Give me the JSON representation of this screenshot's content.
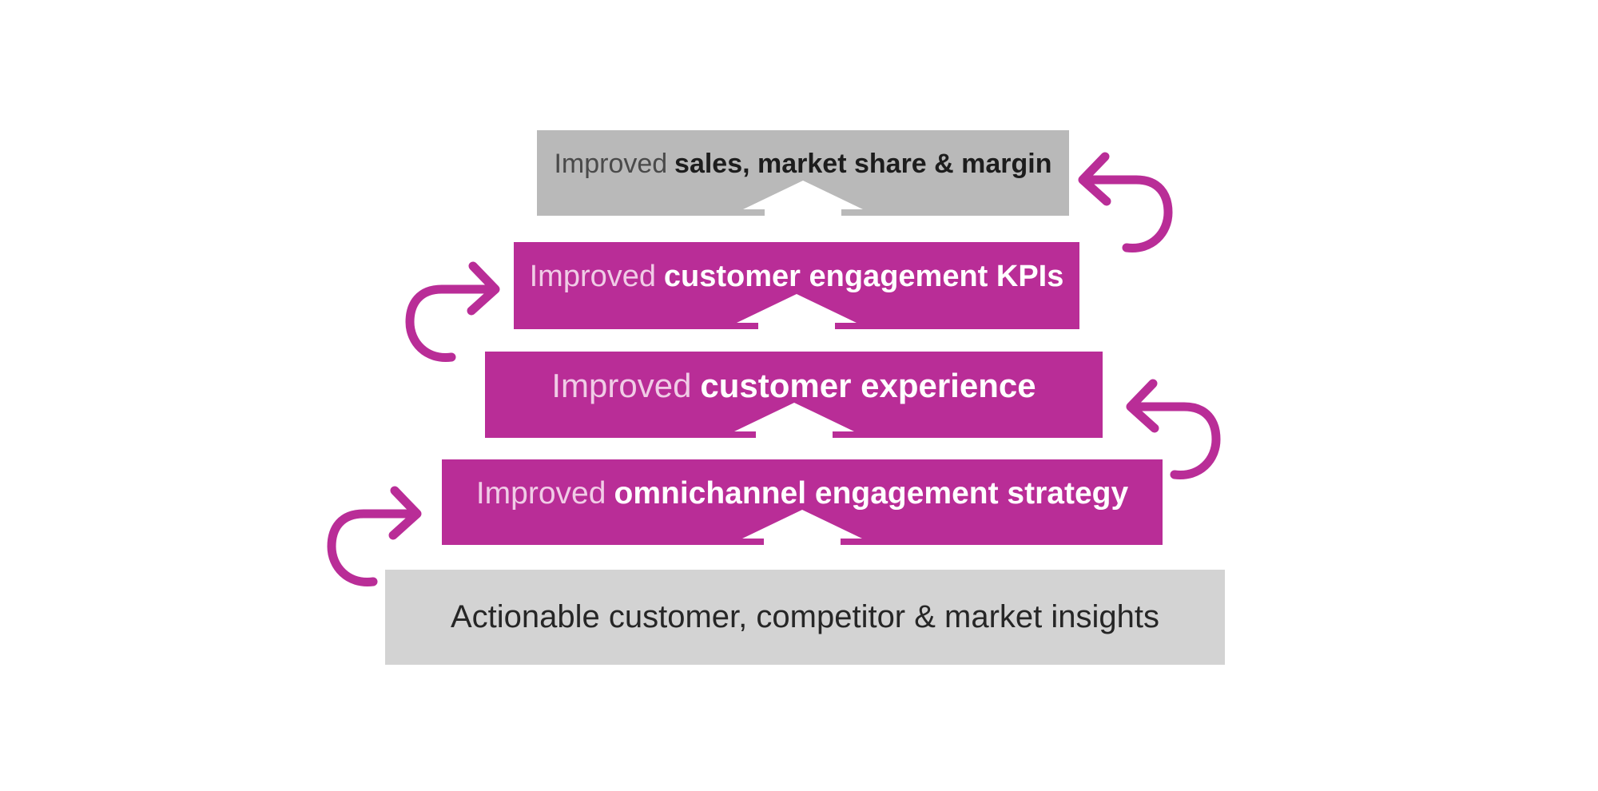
{
  "diagram": {
    "type": "stacked-benefit-ladder",
    "layers": [
      {
        "prefix": "Improved",
        "emphasis": "sales, market share & margin",
        "style": "gray-dark",
        "has_up_arrow": true
      },
      {
        "prefix": "Improved",
        "emphasis": "customer engagement KPIs",
        "style": "magenta",
        "has_up_arrow": true
      },
      {
        "prefix": "Improved",
        "emphasis": "customer experience",
        "style": "magenta",
        "has_up_arrow": true
      },
      {
        "prefix": "Improved",
        "emphasis": "omnichannel engagement strategy",
        "style": "magenta",
        "has_up_arrow": true
      },
      {
        "text": "Actionable customer, competitor & market insights",
        "style": "gray-light",
        "has_up_arrow": false
      }
    ],
    "icons": {
      "up_arrow": "white block arrow pointing up at bottom center of each upper layer",
      "curl_arrows": [
        {
          "name": "curl-arrow-left-into-top-bar",
          "side": "right",
          "points": "left"
        },
        {
          "name": "curl-arrow-right-into-kpi-bar",
          "side": "left",
          "points": "right"
        },
        {
          "name": "curl-arrow-left-into-experience-bar",
          "side": "right",
          "points": "left"
        },
        {
          "name": "curl-arrow-right-into-strategy-bar",
          "side": "left",
          "points": "right"
        }
      ]
    },
    "colors": {
      "magenta": "#b92d97",
      "gray_top_bar": "#b9b9b9",
      "gray_base_bar": "#d3d3d3",
      "text_dark": "#1d1d1d",
      "text_soft_dark": "#4a4a4a",
      "text_soft_pink": "#f0cce6",
      "text_white": "#ffffff",
      "background": "#ffffff"
    }
  }
}
